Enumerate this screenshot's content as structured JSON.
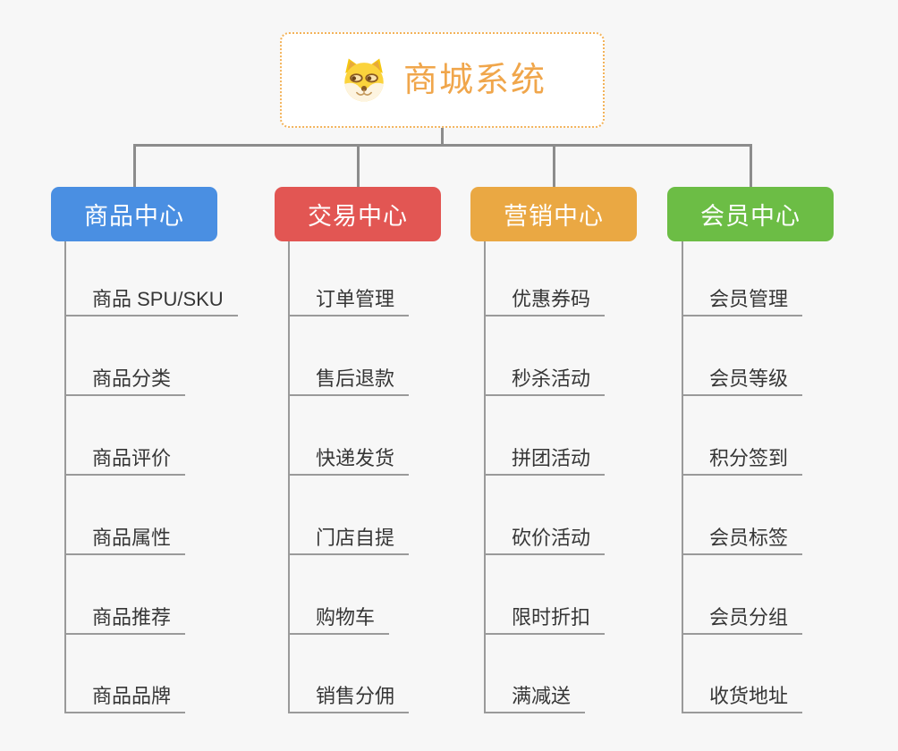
{
  "root": {
    "title": "商城系统",
    "icon": "dog-face-icon"
  },
  "colors": {
    "background": "#f7f7f7",
    "root_text": "#f0a64b",
    "root_border": "#f3b35a",
    "connector": "#8c8c8c",
    "child_line": "#9a9a9a",
    "child_text": "#363636",
    "branch_blue": "#4a8fe2",
    "branch_red": "#e25653",
    "branch_orange": "#eaa843",
    "branch_green": "#6cbd45"
  },
  "branches": [
    {
      "label": "商品中心",
      "color": "#4a8fe2",
      "items": [
        "商品 SPU/SKU",
        "商品分类",
        "商品评价",
        "商品属性",
        "商品推荐",
        "商品品牌"
      ]
    },
    {
      "label": "交易中心",
      "color": "#e25653",
      "items": [
        "订单管理",
        "售后退款",
        "快递发货",
        "门店自提",
        "购物车",
        "销售分佣"
      ]
    },
    {
      "label": "营销中心",
      "color": "#eaa843",
      "items": [
        "优惠券码",
        "秒杀活动",
        "拼团活动",
        "砍价活动",
        "限时折扣",
        "满减送"
      ]
    },
    {
      "label": "会员中心",
      "color": "#6cbd45",
      "items": [
        "会员管理",
        "会员等级",
        "积分签到",
        "会员标签",
        "会员分组",
        "收货地址"
      ]
    }
  ]
}
